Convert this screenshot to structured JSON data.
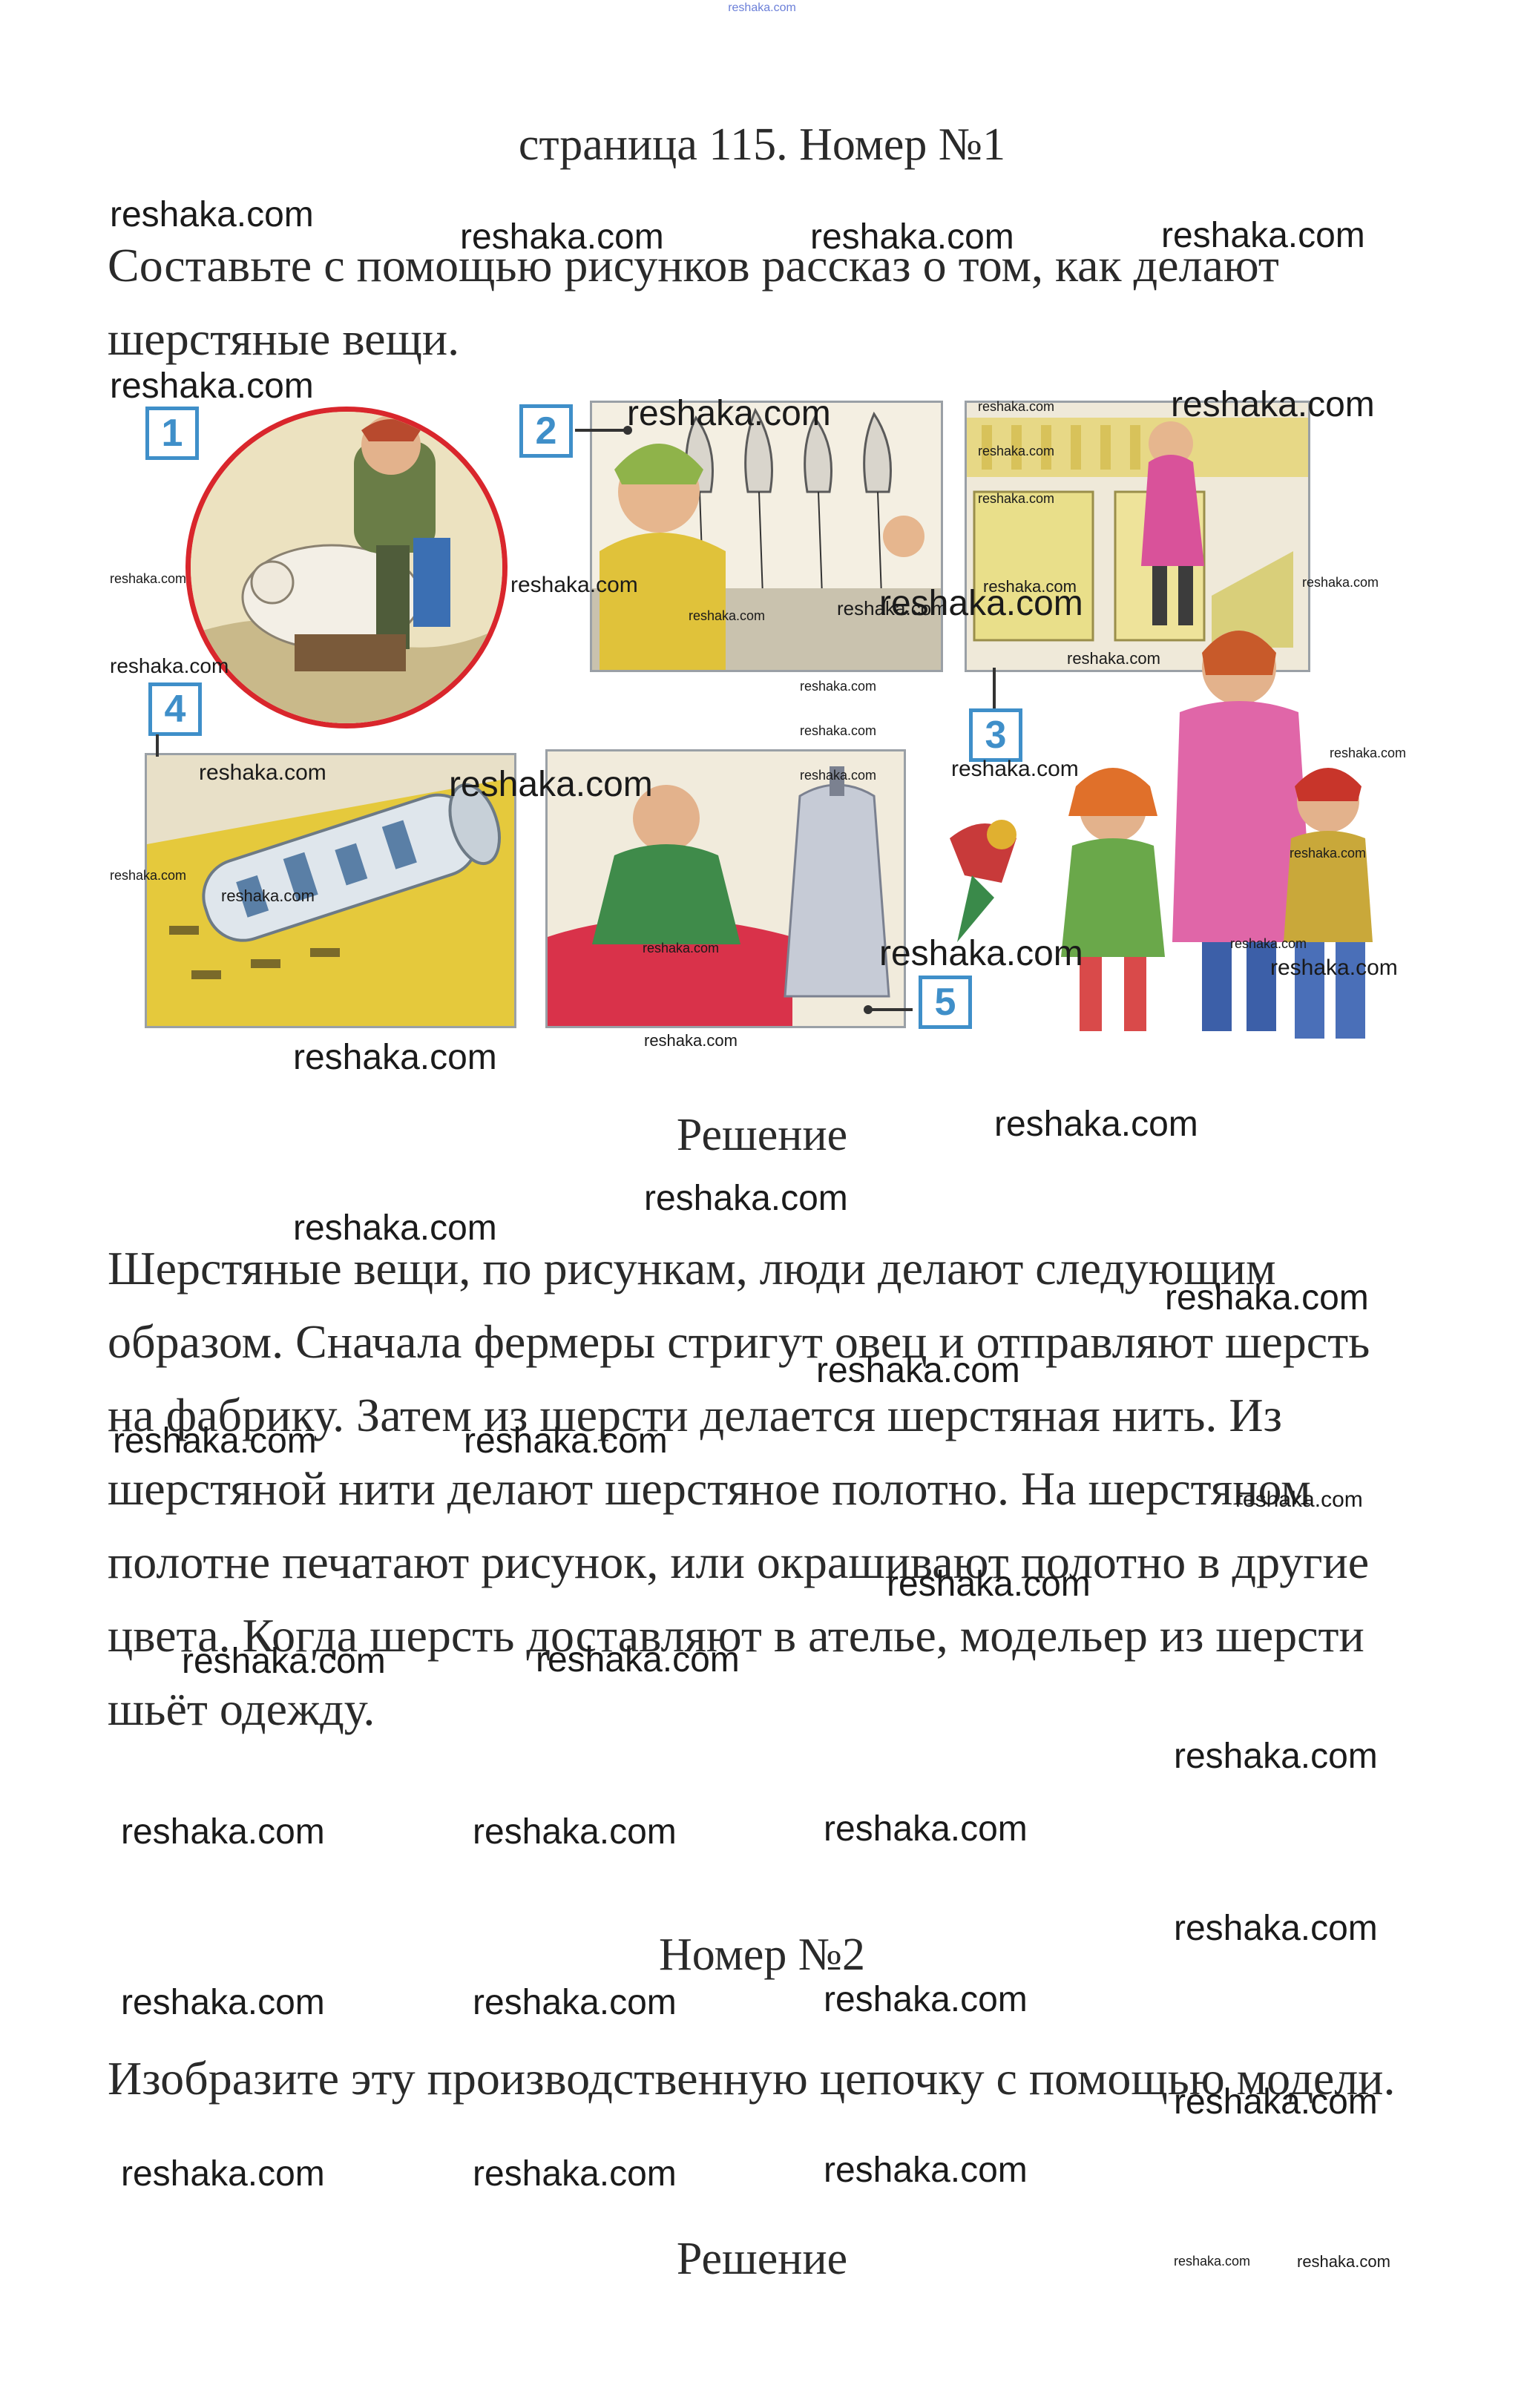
{
  "site_header": "reshaka.com",
  "page_title": "страница 115. Номер №1",
  "task1": {
    "text": "Составьте с помощью рисунков рассказ о том, как делают шерстяные вещи."
  },
  "illustration": {
    "numbers": [
      "1",
      "2",
      "3",
      "4",
      "5"
    ]
  },
  "solution_heading": "Решение",
  "solution1": {
    "text": "Шерстяные вещи, по рисункам, люди делают следующим образом. Сначала фермеры стригут овец и отправляют шерсть на фабрику. Затем из шерсти делается шерстяная нить. Из шерстяной нити делают шерстяное полотно. На шерстяном полотне печатают рисунок, или окрашивают полотно в другие цвета. Когда шерсть доставляют в ателье, модельер из шерсти шьёт одежду."
  },
  "task2": {
    "title": "Номер №2",
    "text": "Изобразите эту производственную цепочку с помощью модели."
  },
  "solution_heading_2": "Решение",
  "watermark": "reshaka.com"
}
